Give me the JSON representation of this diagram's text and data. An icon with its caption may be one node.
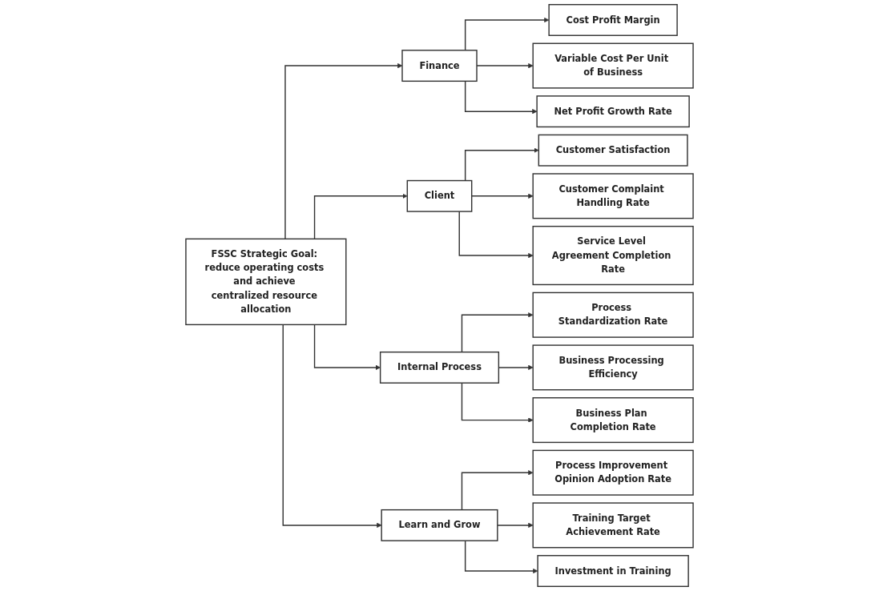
{
  "diagram": {
    "nodes": [
      {
        "text": [
          "FSSC Strategic Goal: reduce operating costs and achieve centralized resource allocation"
        ]
      },
      {
        "text": [
          "Finance"
        ]
      },
      {
        "text": [
          "Cost Profit Margin"
        ]
      },
      {
        "text": [
          "Variable Cost Per Unit of Business"
        ]
      },
      {
        "text": [
          "Net Profit Growth Rate"
        ]
      },
      {
        "text": [
          "Client"
        ]
      },
      {
        "text": [
          "Customer Satisfaction"
        ]
      },
      {
        "text": [
          "Customer Complaint Handling Rate"
        ]
      },
      {
        "text": [
          "Service Level Agreement Completion Rate"
        ]
      },
      {
        "text": [
          "Internal Process"
        ]
      },
      {
        "text": [
          "Process Standardization Rate"
        ]
      },
      {
        "text": [
          "Business Processing Efficiency"
        ]
      },
      {
        "text": [
          "Business Plan Completion Rate"
        ]
      },
      {
        "text": [
          "Learn and Grow"
        ]
      },
      {
        "text": [
          "Process Improvement Opinion Adoption Rate"
        ]
      },
      {
        "text": [
          "Training Target Achievement Rate"
        ]
      },
      {
        "text": [
          "Investment in Training"
        ]
      }
    ],
    "edges": [
      {
        "from": 0,
        "to": 1,
        "arrow": "to"
      },
      {
        "from": 0,
        "to": 5,
        "arrow": "to"
      },
      {
        "from": 0,
        "to": 9,
        "arrow": "to"
      },
      {
        "from": 0,
        "to": 13,
        "arrow": "to"
      },
      {
        "from": 1,
        "to": 2,
        "arrow": "to"
      },
      {
        "from": 1,
        "to": 3,
        "arrow": "to"
      },
      {
        "from": 1,
        "to": 4,
        "arrow": "to"
      },
      {
        "from": 5,
        "to": 6,
        "arrow": "to"
      },
      {
        "from": 5,
        "to": 7,
        "arrow": "to"
      },
      {
        "from": 5,
        "to": 8,
        "arrow": "to"
      },
      {
        "from": 9,
        "to": 10,
        "arrow": "to"
      },
      {
        "from": 9,
        "to": 11,
        "arrow": "to"
      },
      {
        "from": 9,
        "to": 12,
        "arrow": "to"
      },
      {
        "from": 13,
        "to": 14,
        "arrow": "to"
      },
      {
        "from": 13,
        "to": 15,
        "arrow": "to"
      },
      {
        "from": 13,
        "to": 16,
        "arrow": "to"
      }
    ]
  }
}
